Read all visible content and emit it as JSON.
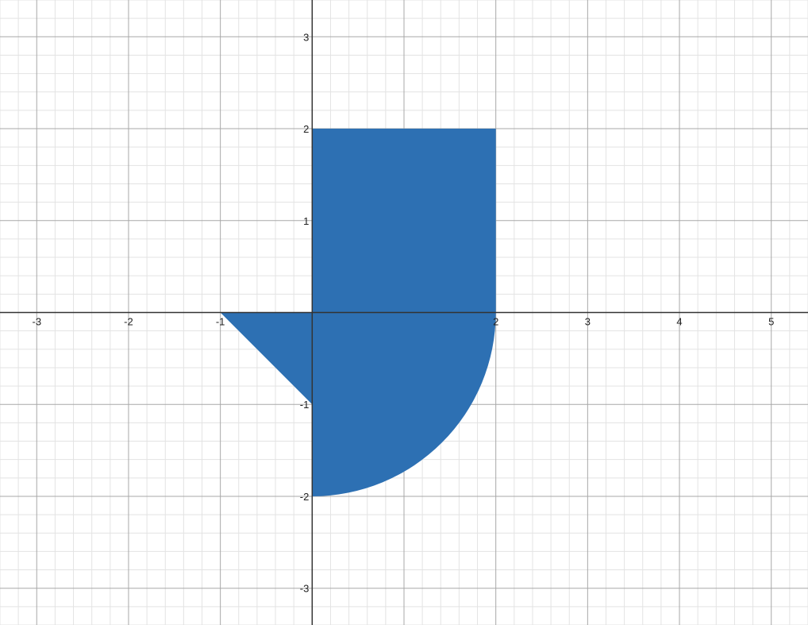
{
  "chart_data": {
    "type": "area",
    "xlim": [
      -3.4,
      5.4
    ],
    "ylim": [
      -3.4,
      3.4
    ],
    "grid": true,
    "minor_grid_step": 0.2,
    "major_grid_step": 1,
    "x_ticks": [
      -3,
      -2,
      -1,
      2,
      3,
      4,
      5
    ],
    "y_ticks": [
      3,
      2,
      1,
      -1,
      -2,
      -3
    ],
    "x_tick_labels": [
      "-3",
      "-2",
      "-1",
      "2",
      "3",
      "4",
      "5"
    ],
    "y_tick_labels": [
      "3",
      "2",
      "1",
      "-1",
      "-2",
      "-3"
    ],
    "shaded_region": {
      "color": "#2D70B3",
      "vertices": [
        {
          "x": 0,
          "y": 2
        },
        {
          "x": 2,
          "y": 2
        },
        {
          "x": 2,
          "y": 0
        },
        {
          "x": 0,
          "y": -2,
          "via": "circular-arc",
          "arc_center": [
            0,
            0
          ],
          "arc_radius": 2
        },
        {
          "x": 0,
          "y": -1
        },
        {
          "x": -1,
          "y": 0
        },
        {
          "x": 0,
          "y": 0
        }
      ]
    }
  },
  "colors": {
    "minor_grid": "#e3e3e3",
    "major_grid": "#a8a8a8",
    "axis": "#333333",
    "fill": "#2D70B3"
  }
}
